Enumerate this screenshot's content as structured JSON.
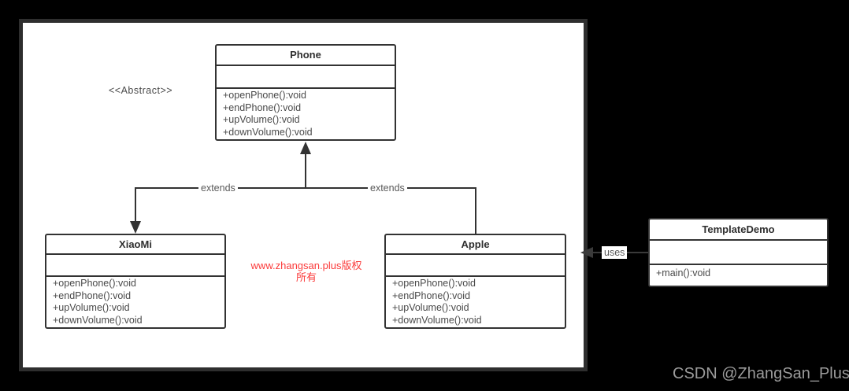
{
  "classes": {
    "phone": {
      "name": "Phone",
      "methods": [
        "+openPhone():void",
        "+endPhone():void",
        "+upVolume():void",
        "+downVolume():void"
      ]
    },
    "xiaomi": {
      "name": "XiaoMi",
      "methods": [
        "+openPhone():void",
        "+endPhone():void",
        "+upVolume():void",
        "+downVolume():void"
      ]
    },
    "apple": {
      "name": "Apple",
      "methods": [
        "+openPhone():void",
        "+endPhone():void",
        "+upVolume():void",
        "+downVolume():void"
      ]
    },
    "template_demo": {
      "name": "TemplateDemo",
      "methods": [
        "+main():void"
      ]
    }
  },
  "labels": {
    "abstract_stereotype": "<<Abstract>>",
    "extends_left": "extends",
    "extends_right": "extends",
    "uses": "uses"
  },
  "watermarks": {
    "red_line1": "www.zhangsan.plus版权",
    "red_line2": "所有",
    "csdn": "CSDN @ZhangSan_Plus"
  },
  "colors": {
    "page_background": "#000000",
    "canvas_background": "#ffffff",
    "canvas_frame": "#2e2e2e",
    "box_border": "#333333",
    "title_text": "#2f2f2f",
    "method_text": "#4a4a4a",
    "edge_label_text": "#595959",
    "watermark_red": "#fb3b3b",
    "watermark_gray": "#9b9b9b"
  }
}
